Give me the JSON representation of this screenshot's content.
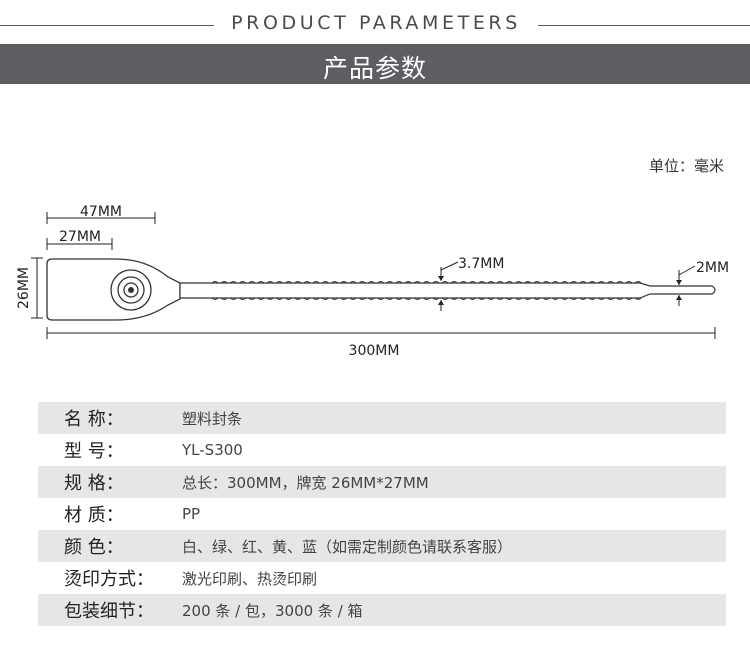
{
  "header": {
    "english_title": "PRODUCT PARAMETERS",
    "chinese_title": "产品参数"
  },
  "unit_label": "单位：毫米",
  "diagram": {
    "width_total": "47MM",
    "width_tag": "27MM",
    "height_tag": "26MM",
    "strap_thickness": "3.7MM",
    "tip_thickness": "2MM",
    "length": "300MM"
  },
  "specs": [
    {
      "label": "名  称：",
      "value": "塑料封条"
    },
    {
      "label": "型  号：",
      "value": "YL-S300"
    },
    {
      "label": "规  格：",
      "value": "总长：300MM，牌宽 26MM*27MM"
    },
    {
      "label": "材  质：",
      "value": "PP"
    },
    {
      "label": "颜  色：",
      "value": "白、绿、红、黄、蓝（如需定制颜色请联系客服）"
    },
    {
      "label": "烫印方式：",
      "value": "激光印刷、热烫印刷"
    },
    {
      "label": "包装细节：",
      "value": "200 条 / 包，3000 条 / 箱"
    }
  ],
  "colors": {
    "band": "#5d5e63",
    "row_shade": "#e6e6e6"
  }
}
